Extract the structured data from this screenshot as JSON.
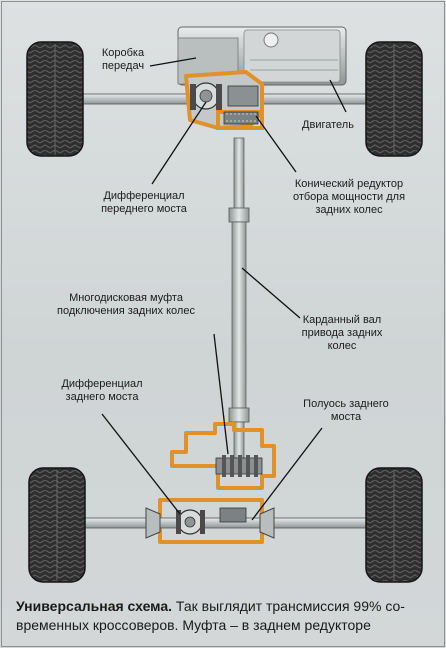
{
  "labels": {
    "gearbox": "Коробка\nпередач",
    "engine": "Двигатель",
    "front_diff": "Дифференциал\nпереднего моста",
    "bevel_gear": "Конический редуктор\nотбора мощности для\nзадних колес",
    "clutch": "Многодисковая муфта\nподключения задних колес",
    "driveshaft": "Карданный вал\nпривода задних\nколес",
    "rear_diff": "Дифференциал\nзаднего моста",
    "half_shaft": "Полуось заднего\nмоста"
  },
  "caption": {
    "title": "Универсальная схема.",
    "text": " Так выглядит трансмиссия 99% со-\nвременных кроссоверов. Муфта – в заднем редукторе"
  },
  "colors": {
    "housing_orange": "#e0912a",
    "metal_gray": "#bfc4c5",
    "tire_dark": "#2e2e2e",
    "line": "#111111"
  }
}
